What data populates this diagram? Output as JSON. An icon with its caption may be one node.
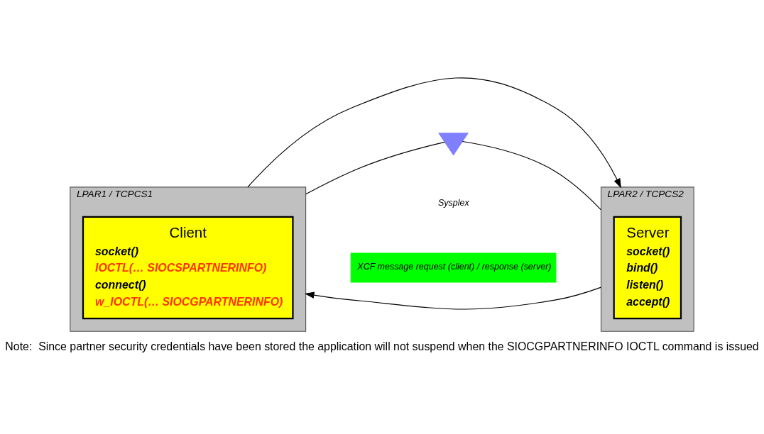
{
  "diagram": {
    "caption": "Note:  Since partner security credentials have been stored the application will not suspend when the SIOCGPARTNERINFO IOCTL command is issued",
    "nodes": [
      {
        "text": [
          "LPAR1 / TCPCS1"
        ]
      },
      {
        "text": [
          "Client",
          "socket()",
          "IOCTL(… SIOCSPARTNERINFO)",
          "connect()",
          "w_IOCTL(… SIOCGPARTNERINFO)"
        ],
        "in": 0
      },
      {
        "text": [
          "LPAR2 / TCPCS2"
        ]
      },
      {
        "text": [
          "Server",
          "socket()",
          "bind()",
          "listen()",
          "accept()"
        ],
        "in": 2
      },
      {
        "text": [],
        "shape": "triangle"
      },
      {
        "text": [
          "XCF message request (client) / response (server)"
        ]
      }
    ],
    "edges": [
      {
        "from": 0,
        "to": 4,
        "arrow": "none"
      },
      {
        "from": 4,
        "to": 2,
        "arrow": "none"
      },
      {
        "from": 0,
        "to": 2,
        "arrow": "to"
      },
      {
        "from": 2,
        "to": 0,
        "arrow": "to"
      }
    ],
    "labels": [
      "Sysplex"
    ]
  }
}
